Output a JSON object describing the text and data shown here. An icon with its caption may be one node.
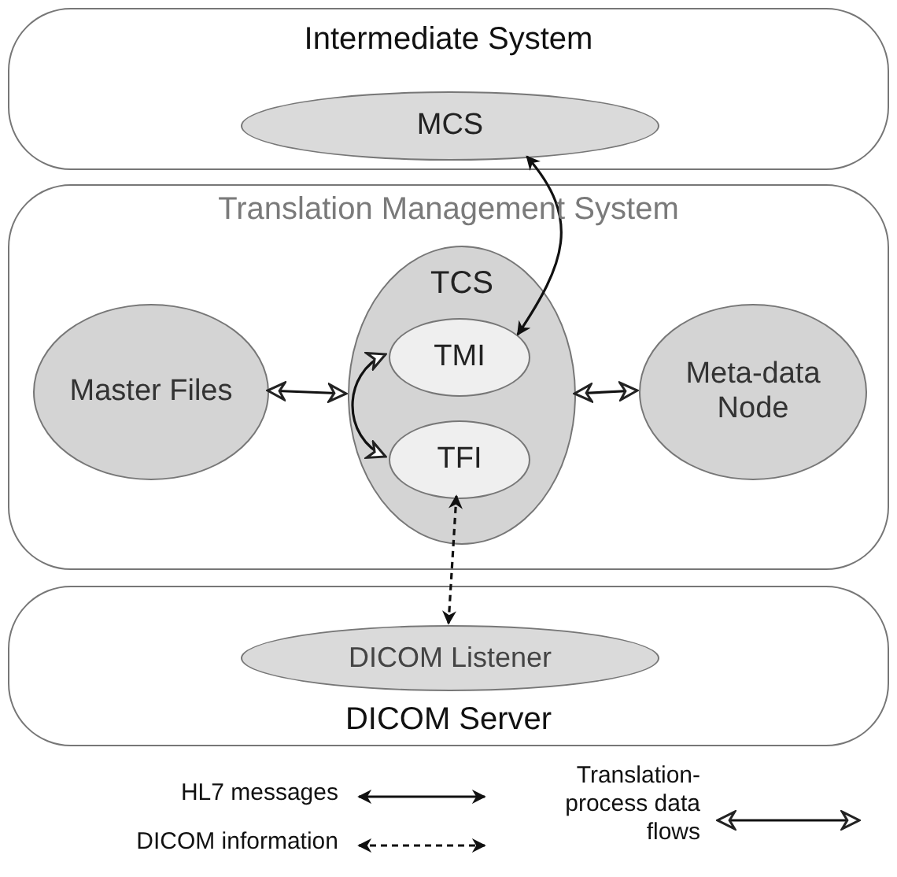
{
  "diagram": {
    "nodes": [
      {
        "text": [
          "Intermediate System"
        ]
      },
      {
        "text": [
          "MCS"
        ],
        "in": 0
      },
      {
        "text": [
          "Translation Management System"
        ]
      },
      {
        "text": [
          "Master Files"
        ],
        "in": 2
      },
      {
        "text": [
          "TCS"
        ],
        "in": 2
      },
      {
        "text": [
          "TMI"
        ],
        "in": 4
      },
      {
        "text": [
          "TFI"
        ],
        "in": 4
      },
      {
        "text": [
          "Meta-data Node"
        ],
        "in": 2
      },
      {
        "text": [
          "DICOM Server"
        ]
      },
      {
        "text": [
          "DICOM Listener"
        ],
        "in": 8
      }
    ],
    "edges": [
      {
        "from": 1,
        "to": 5,
        "arrow": "both"
      },
      {
        "from": 3,
        "to": 4,
        "arrow": "both"
      },
      {
        "from": 5,
        "to": 6,
        "arrow": "both"
      },
      {
        "from": 4,
        "to": 7,
        "arrow": "both"
      },
      {
        "from": 6,
        "to": 9,
        "arrow": "both",
        "style": "dashed"
      }
    ],
    "legend": [
      {
        "text": "HL7 messages"
      },
      {
        "text": "DICOM information"
      },
      {
        "text": "Translation-process data flows"
      }
    ]
  }
}
